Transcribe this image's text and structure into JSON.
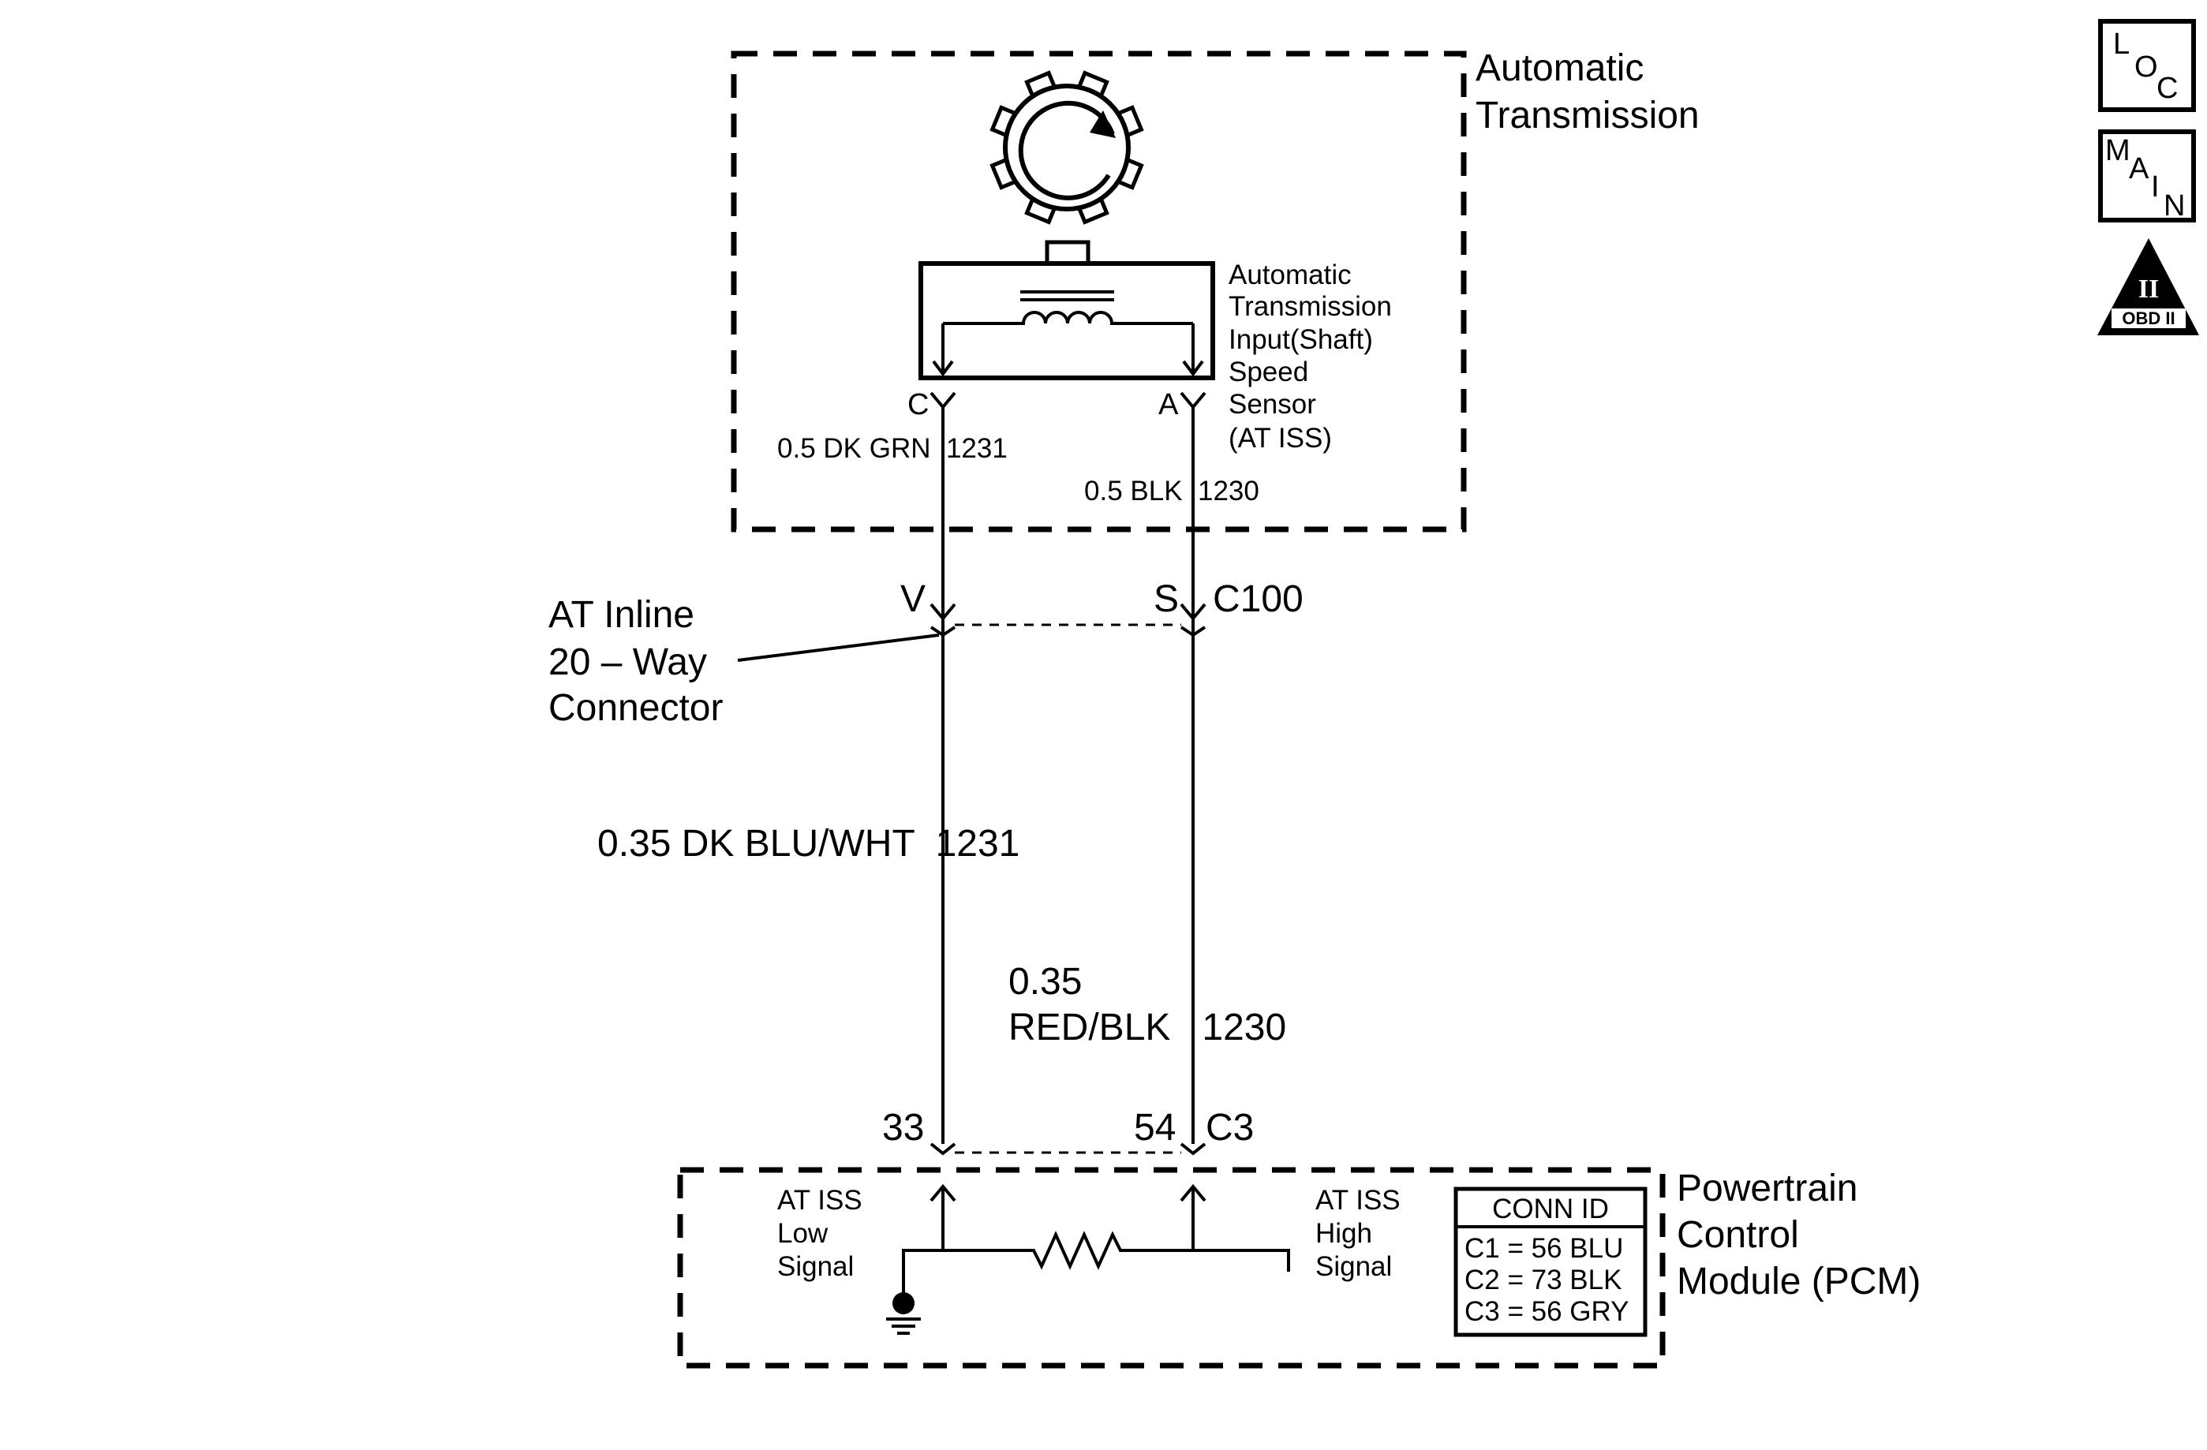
{
  "transmission": {
    "title_line1": "Automatic",
    "title_line2": "Transmission"
  },
  "sensor": {
    "label_lines": [
      "Automatic",
      "Transmission",
      "Input(Shaft)",
      "Speed",
      "Sensor",
      "(AT ISS)"
    ],
    "pin_c": "C",
    "pin_a": "A"
  },
  "wires": {
    "upper_left": "0.5 DK GRN  1231",
    "upper_right": "0.5 BLK  1230",
    "lower_left": "0.35 DK BLU/WHT  1231",
    "lower_right_line1": "0.35",
    "lower_right_line2": "RED/BLK   1230"
  },
  "inline_connector": {
    "label_lines": [
      "AT Inline",
      "20 – Way",
      "Connector"
    ],
    "pin_v": "V",
    "pin_s": "S",
    "id": "C100"
  },
  "pcm_connector": {
    "pin_33": "33",
    "pin_54": "54",
    "id": "C3"
  },
  "pcm": {
    "title_lines": [
      "Powertrain",
      "Control",
      "Module (PCM)"
    ],
    "low_signal_lines": [
      "AT ISS",
      "Low",
      "Signal"
    ],
    "high_signal_lines": [
      "AT ISS",
      "High",
      "Signal"
    ],
    "conn_id": {
      "header": "CONN ID",
      "rows": [
        "C1 = 56 BLU",
        "C2 = 73 BLK",
        "C3 = 56 GRY"
      ]
    }
  },
  "badges": {
    "loc": [
      "L",
      "O",
      "C"
    ],
    "main": [
      "M",
      "A",
      "I",
      "N"
    ],
    "obd_numeral": "II",
    "obd_text": "OBD II"
  }
}
